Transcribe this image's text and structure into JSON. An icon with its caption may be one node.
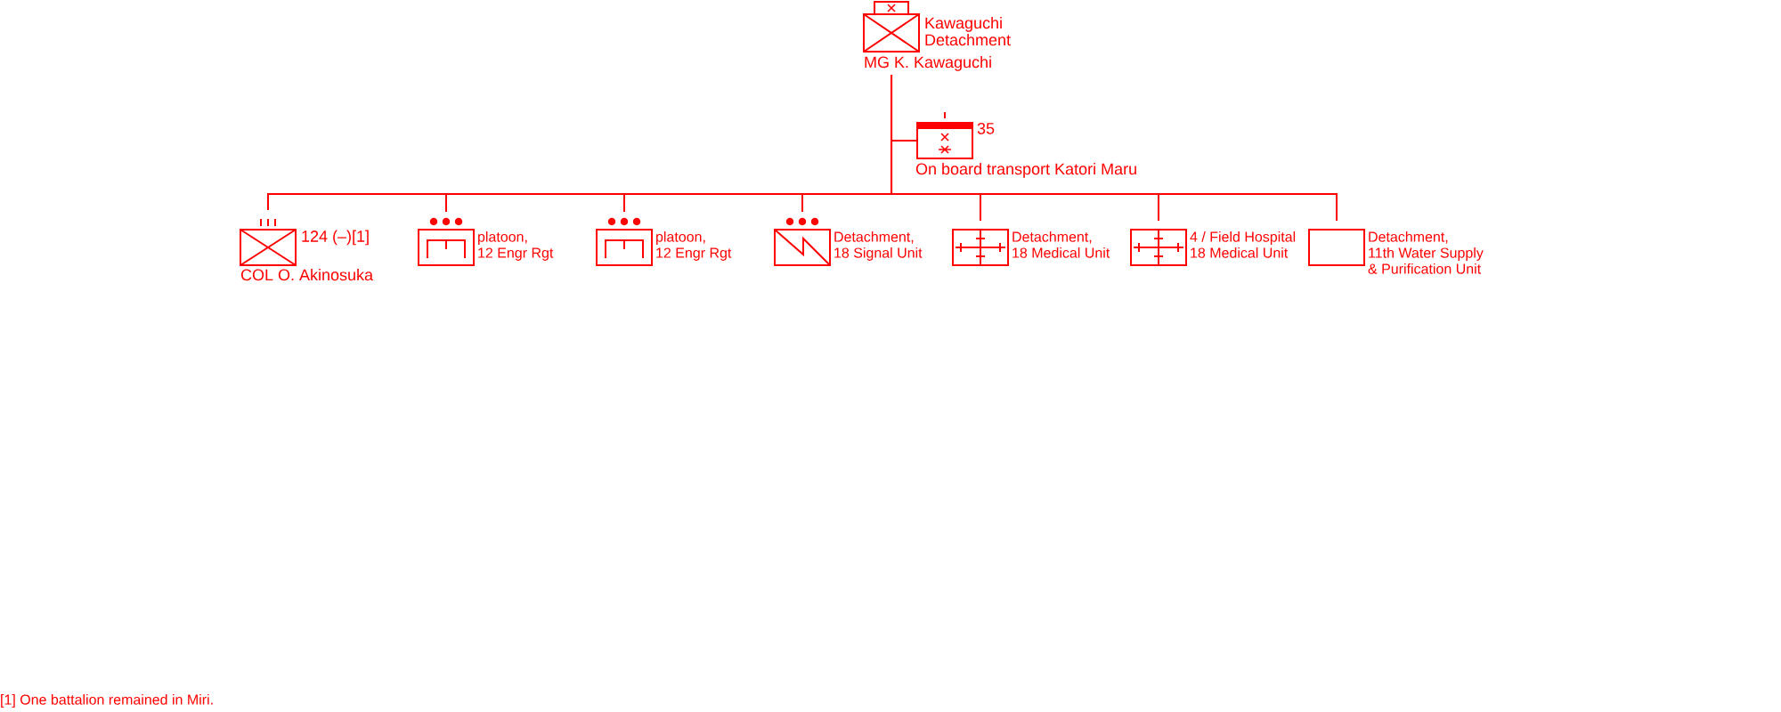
{
  "diagram": {
    "nodes": [
      {
        "text": [
          "Kawaguchi Detachment",
          "MG K. Kawaguchi"
        ]
      },
      {
        "text": [
          "35",
          "On board transport Katori Maru"
        ]
      },
      {
        "text": [
          "124 (–)[1]",
          "COL O. Akinosuka"
        ]
      },
      {
        "text": [
          "platoon, 12 Engr Rgt"
        ]
      },
      {
        "text": [
          "platoon, 12 Engr Rgt"
        ]
      },
      {
        "text": [
          "Detachment, 18 Signal Unit"
        ]
      },
      {
        "text": [
          "Detachment, 18 Medical Unit"
        ]
      },
      {
        "text": [
          "4 / Field Hospital 18 Medical Unit"
        ]
      },
      {
        "text": [
          "Detachment, 11th Water Supply & Purification Unit"
        ]
      }
    ],
    "edges": [
      {
        "from": 0,
        "to": 1,
        "arrow": "none"
      },
      {
        "from": 0,
        "to": 2,
        "arrow": "none"
      },
      {
        "from": 0,
        "to": 3,
        "arrow": "none"
      },
      {
        "from": 0,
        "to": 4,
        "arrow": "none"
      },
      {
        "from": 0,
        "to": 5,
        "arrow": "none"
      },
      {
        "from": 0,
        "to": 6,
        "arrow": "none"
      },
      {
        "from": 0,
        "to": 7,
        "arrow": "none"
      },
      {
        "from": 0,
        "to": 8,
        "arrow": "none"
      }
    ],
    "labels": [
      "[1] One battalion remained in Miri."
    ]
  }
}
